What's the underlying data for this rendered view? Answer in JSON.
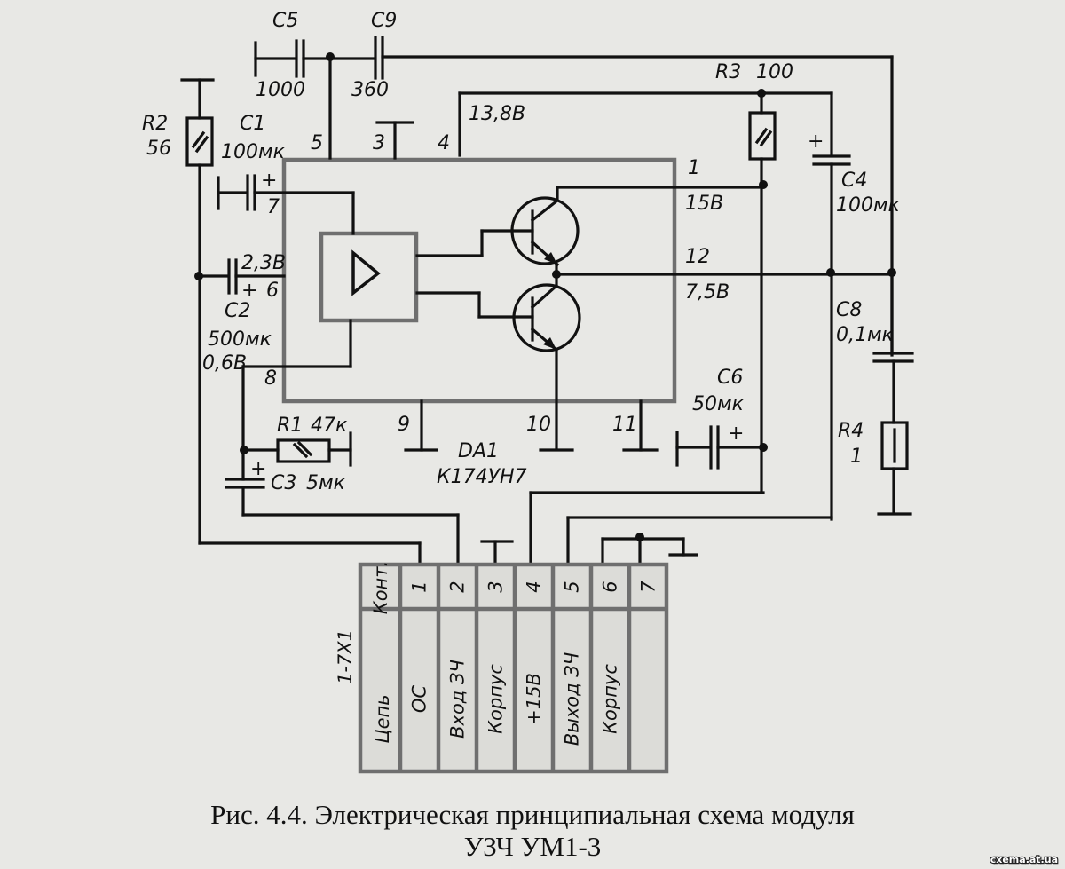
{
  "figure": {
    "caption_line1": "Рис. 4.4. Электрическая принципиальная схема модуля",
    "caption_line2": "УЗЧ УМ1-3",
    "watermark": "cxema.at.ua"
  },
  "components": {
    "C5": {
      "ref": "C5",
      "value": "1000"
    },
    "C9": {
      "ref": "C9",
      "value": "360"
    },
    "R2": {
      "ref": "R2",
      "value": "56"
    },
    "C1": {
      "ref": "C1",
      "value": "100мк"
    },
    "C2": {
      "ref": "C2",
      "value": "500мк"
    },
    "C3": {
      "ref": "C3",
      "value": "5мк"
    },
    "R1": {
      "ref": "R1",
      "value": "47к"
    },
    "R3": {
      "ref": "R3",
      "value": "100"
    },
    "C4": {
      "ref": "C4",
      "value": "100мк"
    },
    "C6": {
      "ref": "C6",
      "value": "50мк"
    },
    "C8": {
      "ref": "C8",
      "value": "0,1мк"
    },
    "R4": {
      "ref": "R4",
      "value": "1"
    },
    "DA1": {
      "ref": "DA1",
      "value": "К174УН7"
    }
  },
  "voltages": {
    "pin4": "13,8В",
    "pin1": "15В",
    "pin12": "7,5В",
    "pin6": "2,3В",
    "pin8": "0,6В"
  },
  "plus_sign": "+",
  "ic_pins": {
    "p1": "1",
    "p3": "3",
    "p4": "4",
    "p5": "5",
    "p6": "6",
    "p7": "7",
    "p8": "8",
    "p9": "9",
    "p10": "10",
    "p11": "11",
    "p12": "12"
  },
  "connector": {
    "ref": "1-7Х1",
    "header_label": "Конт.",
    "row_label": "Цепь",
    "contacts": [
      {
        "num": "1",
        "signal": "ОС"
      },
      {
        "num": "2",
        "signal": "Вход ЗЧ"
      },
      {
        "num": "3",
        "signal": "Корпус"
      },
      {
        "num": "4",
        "signal": "+15В"
      },
      {
        "num": "5",
        "signal": "Выход ЗЧ"
      },
      {
        "num": "6",
        "signal": "Корпус"
      },
      {
        "num": "7",
        "signal": ""
      }
    ]
  }
}
